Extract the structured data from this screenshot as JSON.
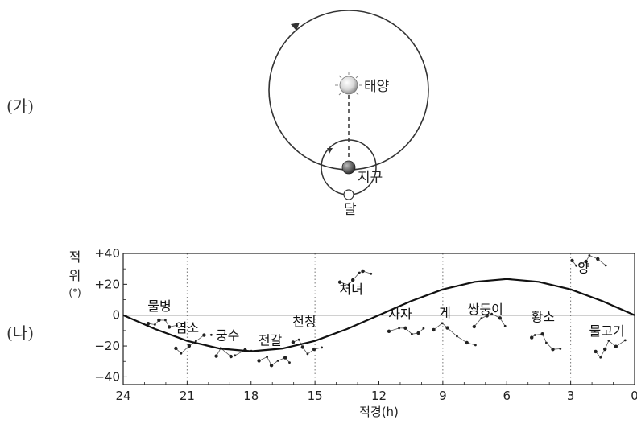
{
  "panel_labels": {
    "a": "(가)",
    "b": "(나)"
  },
  "orbit_diagram": {
    "sun": "태양",
    "earth": "지구",
    "moon": "달"
  },
  "chart_data": {
    "type": "line",
    "title": "",
    "xlabel": "적경(h)",
    "ylabel": [
      "적",
      "위",
      "(°)"
    ],
    "x_ticks": [
      "24",
      "21",
      "18",
      "15",
      "12",
      "9",
      "6",
      "3",
      "0"
    ],
    "y_ticks": [
      "+40",
      "+20",
      "0",
      "−20",
      "−40"
    ],
    "xlim": [
      24,
      0
    ],
    "ylim": [
      -45,
      40
    ],
    "x_axis_reversed": true,
    "grid": "dotted vertical lines at 21, 15, 9, 3 h",
    "ecliptic": {
      "x": [
        24,
        22.5,
        21,
        19.5,
        18,
        16.5,
        15,
        13.5,
        12,
        10.5,
        9,
        7.5,
        6,
        4.5,
        3,
        1.5,
        0
      ],
      "y": [
        0,
        -9.0,
        -16.7,
        -21.6,
        -23.4,
        -21.6,
        -16.7,
        -9.0,
        0,
        9.0,
        16.7,
        21.6,
        23.4,
        21.6,
        16.7,
        9.0,
        0
      ]
    },
    "constellations": [
      {
        "name": "물병",
        "ra": 22.3,
        "dec": 6
      },
      {
        "name": "염소",
        "ra": 21.0,
        "dec": -8
      },
      {
        "name": "궁수",
        "ra": 19.1,
        "dec": -13
      },
      {
        "name": "전갈",
        "ra": 17.1,
        "dec": -16
      },
      {
        "name": "천칭",
        "ra": 15.5,
        "dec": -4
      },
      {
        "name": "처녀",
        "ra": 13.3,
        "dec": 17
      },
      {
        "name": "사자",
        "ra": 11.0,
        "dec": 1
      },
      {
        "name": "게",
        "ra": 8.9,
        "dec": 2
      },
      {
        "name": "쌍둥이",
        "ra": 7.0,
        "dec": 4
      },
      {
        "name": "황소",
        "ra": 4.3,
        "dec": -1
      },
      {
        "name": "양",
        "ra": 2.4,
        "dec": 31
      },
      {
        "name": "물고기",
        "ra": 1.3,
        "dec": -10
      }
    ]
  }
}
